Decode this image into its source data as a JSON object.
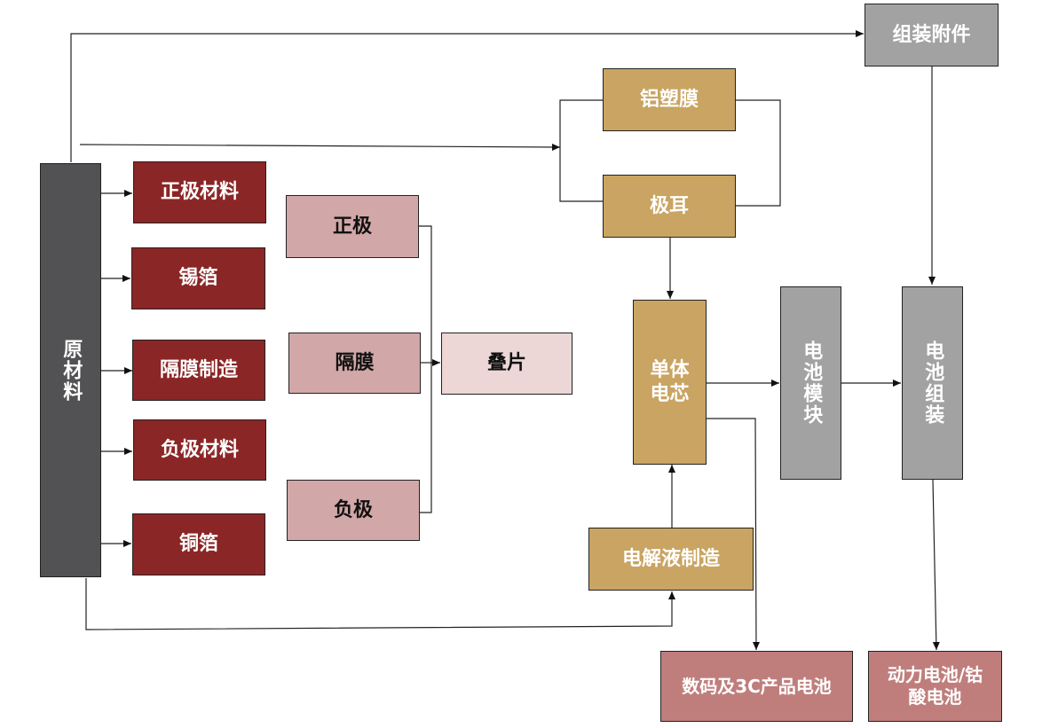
{
  "nodes": {
    "raw_material": "原材料",
    "cathode_material": "正极材料",
    "tin_foil": "锡箔",
    "separator_making": "隔膜制造",
    "anode_material": "负极材料",
    "copper_foil": "铜箔",
    "cathode": "正极",
    "separator": "隔膜",
    "anode": "负极",
    "lamination": "叠片",
    "aluminum_film": "铝塑膜",
    "tab": "极耳",
    "single_cell": "单体电芯",
    "electrolyte_making": "电解液制造",
    "battery_module": "电池模块",
    "assembly_parts": "组装附件",
    "battery_assembly": "电池组装",
    "digital_3c_battery": "数码及3C产品电池",
    "power_cobalt_battery": "动力电池/钴酸电池"
  },
  "colors": {
    "raw": "#525153",
    "material": "#8b2626",
    "electrode": "#d2a7a7",
    "lamination": "#ecd6d6",
    "component": "#c9a462",
    "assembly": "#a2a2a2",
    "product": "#bf7e7c"
  }
}
